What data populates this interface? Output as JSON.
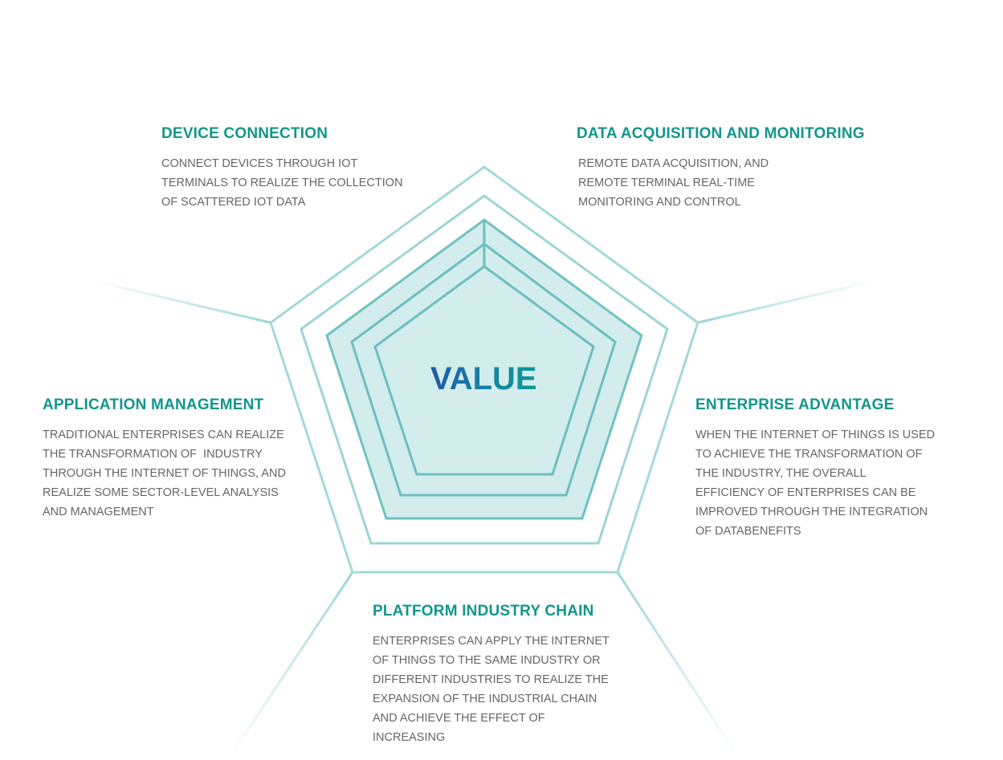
{
  "center_label": "VALUE",
  "colors": {
    "heading": "#12968c",
    "body": "#666666",
    "line": "#9cd6d6",
    "fill": "#d3ecec"
  },
  "sections": [
    {
      "title": "DEVICE CONNECTION",
      "text": "CONNECT DEVICES THROUGH IOT TERMINALS TO REALIZE THE COLLECTION OF SCATTERED IOT DATA"
    },
    {
      "title": "DATA ACQUISITION AND MONITORING",
      "text": "REMOTE DATA ACQUISITION, AND REMOTE TERMINAL REAL-TIME MONITORING AND CONTROL"
    },
    {
      "title": "APPLICATION MANAGEMENT",
      "text": "TRADITIONAL ENTERPRISES CAN REALIZE THE TRANSFORMATION OF  INDUSTRY THROUGH THE INTERNET OF THINGS, AND REALIZE SOME SECTOR-LEVEL ANALYSIS AND MANAGEMENT"
    },
    {
      "title": "ENTERPRISE ADVANTAGE",
      "text": "WHEN THE INTERNET OF THINGS IS USED TO ACHIEVE THE TRANSFORMATION OF THE INDUSTRY, THE OVERALL EFFICIENCY OF ENTERPRISES CAN BE IMPROVED THROUGH THE INTEGRATION OF DATABENEFITS"
    },
    {
      "title": "PLATFORM INDUSTRY CHAIN",
      "text": "ENTERPRISES CAN APPLY THE INTERNET OF THINGS TO THE SAME INDUSTRY OR DIFFERENT INDUSTRIES TO REALIZE THE EXPANSION OF THE INDUSTRIAL CHAIN AND ACHIEVE THE EFFECT OF INCREASING"
    }
  ]
}
